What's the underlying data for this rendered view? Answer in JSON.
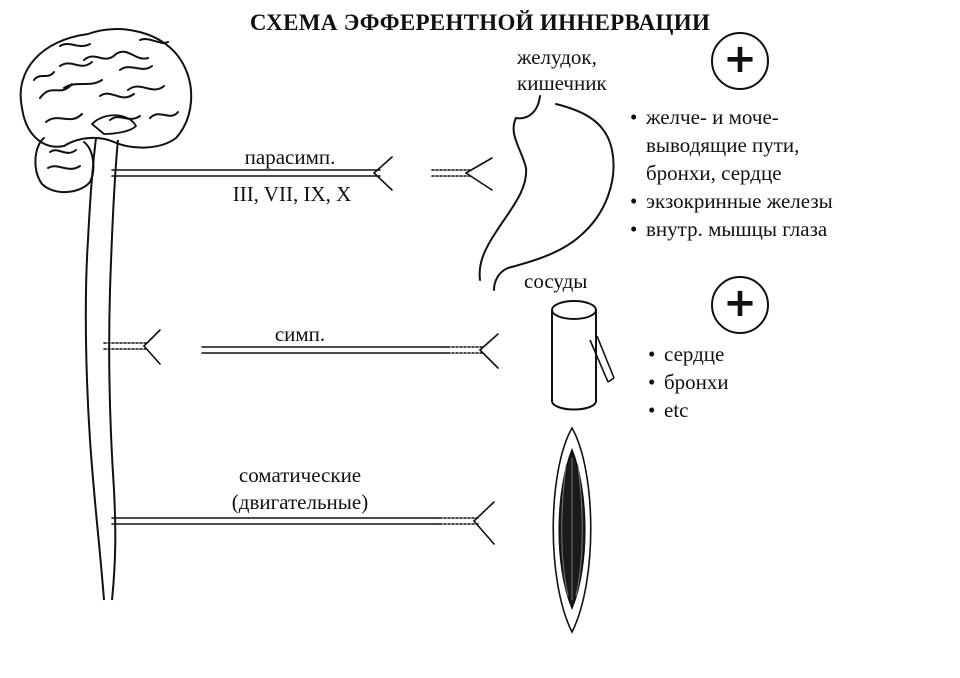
{
  "title": "СХЕМА ЭФФЕРЕНТНОЙ ИННЕРВАЦИИ",
  "parasympathetic": {
    "label": "парасимп.",
    "nerves": "III, VII, IX, X",
    "target_label_line1": "желудок,",
    "target_label_line2": "кишечник",
    "effect_symbol": "+",
    "targets": [
      "желче- и моче-",
      "выводящие пути,",
      "бронхи, сердце",
      "экзокринные железы",
      "внутр. мышцы глаза"
    ]
  },
  "sympathetic": {
    "label": "симп.",
    "target_label": "сосуды",
    "effect_symbol": "+",
    "targets": [
      "сердце",
      "бронхи",
      "etc"
    ]
  },
  "somatic": {
    "label_line1": "соматические",
    "label_line2": "(двигательные)"
  },
  "bullet": "•"
}
